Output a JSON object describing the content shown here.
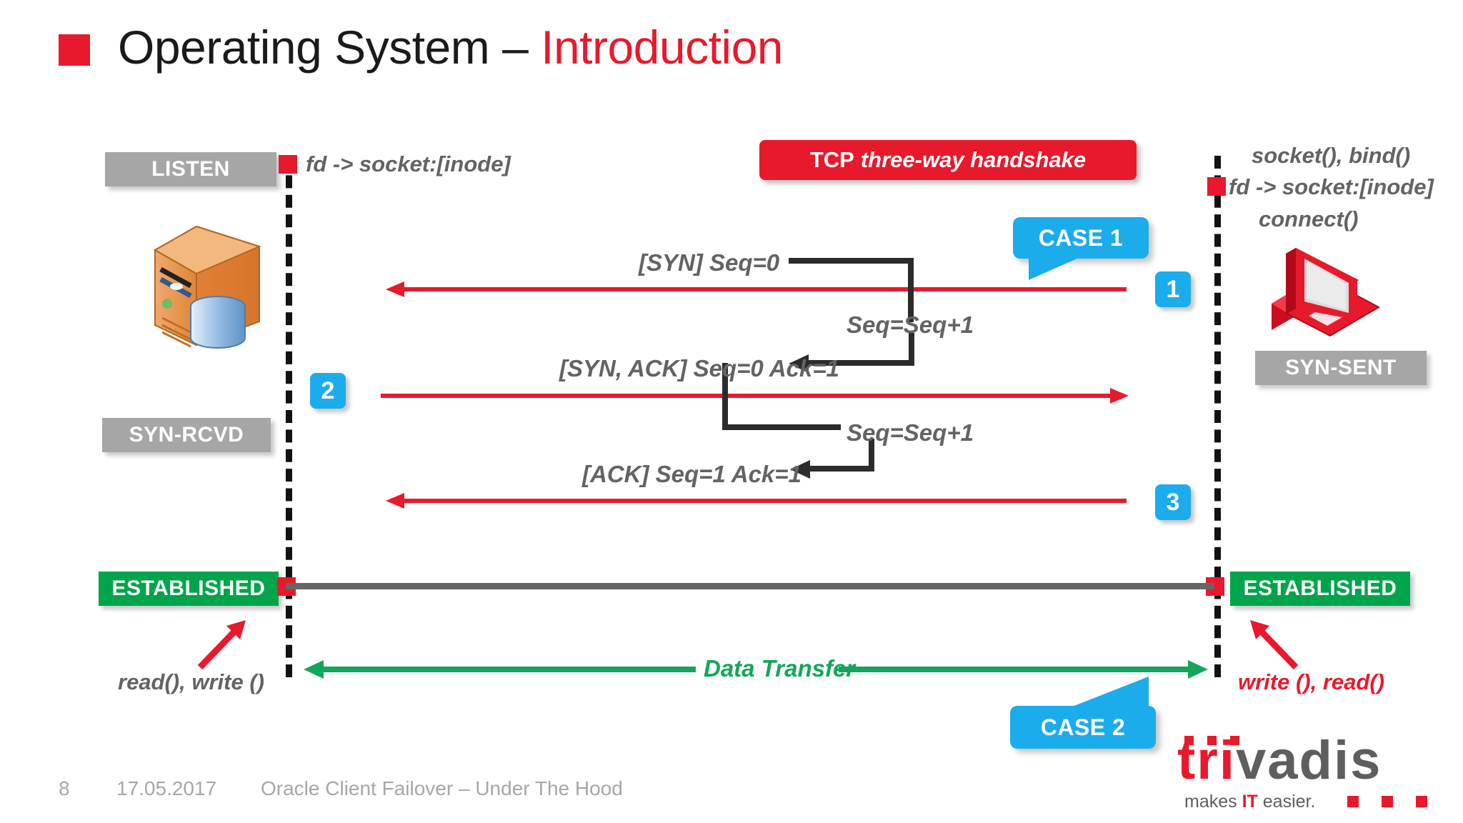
{
  "slide": {
    "title_main": "Operating System – ",
    "title_accent": "Introduction",
    "bullet": "red-square-bullet"
  },
  "banner": {
    "prefix": "TCP",
    "emphasis": "three-way handshake"
  },
  "server_side": {
    "states": {
      "listen": "LISTEN",
      "syn_rcvd": "SYN-RCVD",
      "established": "ESTABLISHED"
    },
    "fd_annotation": "fd -> socket:[inode]",
    "syscalls": "read(), write ()",
    "icon": "server-database-icon"
  },
  "client_side": {
    "states": {
      "syn_sent": "SYN-SENT",
      "established": "ESTABLISHED"
    },
    "socket_bind": "socket(), bind()",
    "fd_annotation": "fd -> socket:[inode]",
    "connect": "connect()",
    "syscalls": "write (), read()",
    "icon": "desktop-computer-icon"
  },
  "messages": {
    "syn": "[SYN] Seq=0",
    "syn_ack": "[SYN, ACK] Seq=0 Ack=1",
    "ack": "[ACK] Seq=1 Ack=1",
    "increment_1": "Seq=Seq+1",
    "increment_2": "Seq=Seq+1"
  },
  "markers": {
    "step1": "1",
    "step2": "2",
    "step3": "3"
  },
  "callouts": {
    "case1": "CASE 1",
    "case2": "CASE 2"
  },
  "data_transfer": {
    "label": "Data Transfer"
  },
  "footer": {
    "page_number": "8",
    "date": "17.05.2017",
    "title": "Oracle Client Failover – Under The Hood"
  },
  "logo": {
    "name_red": "tri",
    "name_gray": "vadis",
    "tagline_before": "makes ",
    "tagline_accent": "IT",
    "tagline_after": " easier."
  },
  "colors": {
    "brand_red": "#e8192c",
    "accent_blue": "#1bacec",
    "state_gray": "#a6a6a6",
    "state_green": "#00a44b",
    "data_green": "#13a65a",
    "text_gray": "#636363"
  }
}
